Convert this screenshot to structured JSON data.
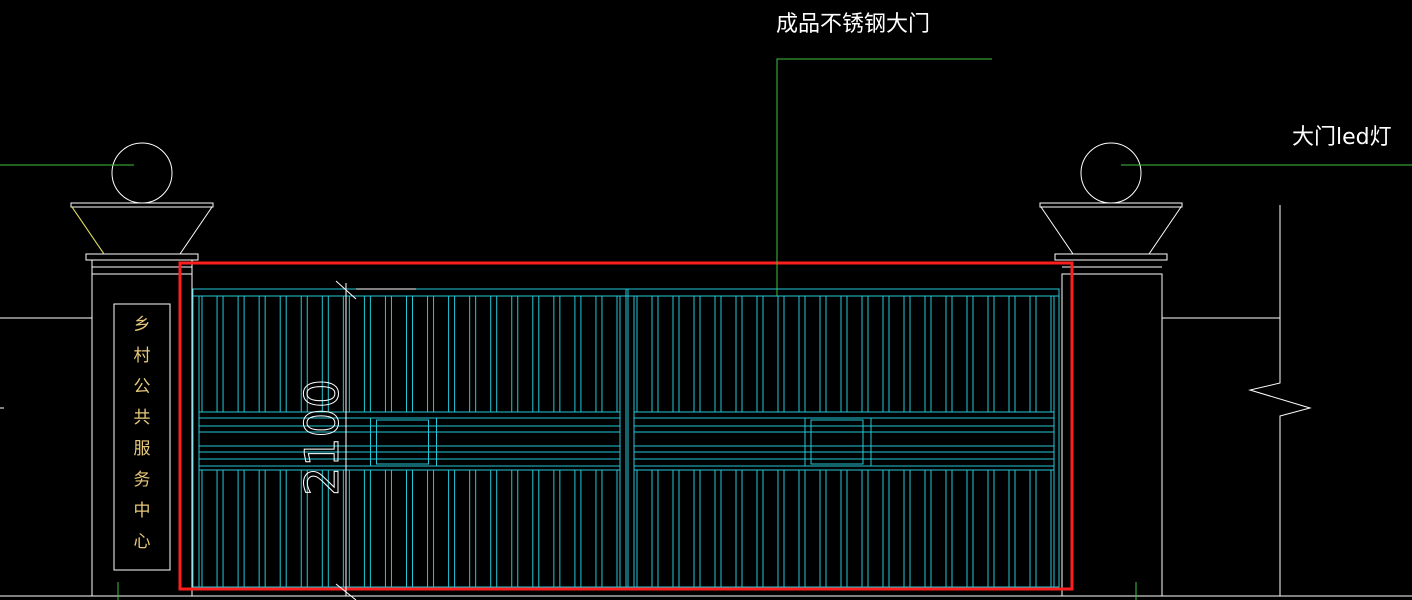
{
  "drawing": {
    "background": "#000000",
    "colors": {
      "outline": "#ffffff",
      "leader": "#3ec43e",
      "gate": "#22c8d8",
      "highlight": "#ff1e1e",
      "sign_text": "#e8c87a"
    }
  },
  "annotations": {
    "gate_label": "成品不锈钢大门",
    "lamp_label": "大门led灯",
    "dimension": "2100"
  },
  "sign": {
    "characters": [
      "乡",
      "村",
      "公",
      "共",
      "服",
      "务",
      "中",
      "心"
    ]
  }
}
